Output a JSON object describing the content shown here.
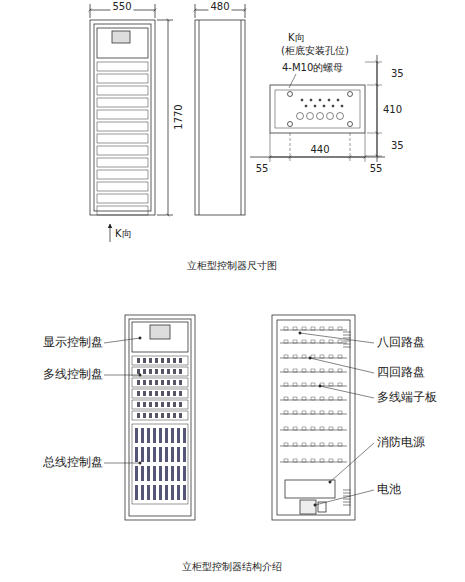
{
  "diagram": {
    "labels": [
      "550",
      "480",
      "K向",
      "(柜底安装孔位)",
      "4-M10的螺母",
      "35",
      "410",
      "35",
      "1770",
      "55",
      "440",
      "55",
      "K向",
      "立柜型控制器尺寸图",
      "显示控制盘",
      "多线控制盘",
      "总线控制盘",
      "八回路盘",
      "四回路盘",
      "多线端子板",
      "消防电源",
      "电池",
      "立柜型控制器结构介绍"
    ]
  }
}
